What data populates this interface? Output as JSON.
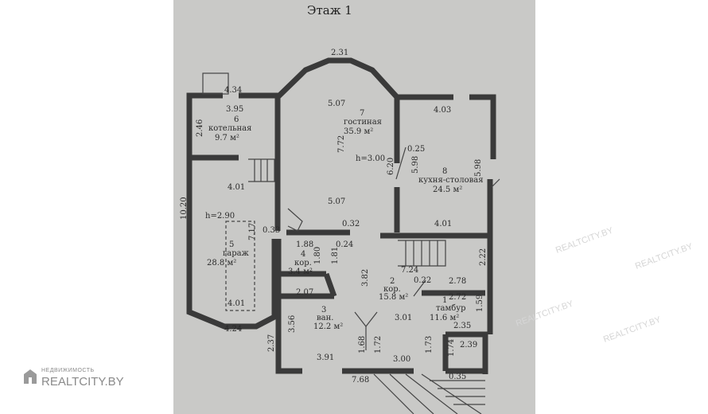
{
  "title": "Этаж 1",
  "rooms": [
    {
      "num": "7",
      "name": "гостиная",
      "area": "35.9 м²"
    },
    {
      "num": "8",
      "name": "кухня-столовая",
      "area": "24.5 м²"
    },
    {
      "num": "6",
      "name": "котельная",
      "area": "9.7 м²"
    },
    {
      "num": "5",
      "name": "гараж",
      "area": "28.8 м²"
    },
    {
      "num": "4",
      "name": "кор.",
      "area": "3.4 м²"
    },
    {
      "num": "2",
      "name": "кор.",
      "area": "15.8 м²"
    },
    {
      "num": "1",
      "name": "тамбур",
      "area": "11.6 м²"
    },
    {
      "num": "3",
      "name": "ван.",
      "area": "12.2 м²"
    }
  ],
  "heights": [
    "h=3.00",
    "h=2.90"
  ],
  "dimensions": [
    "2.31",
    "4.34",
    "3.95",
    "5.07",
    "4.03",
    "2.46",
    "7.72",
    "0.25",
    "6.20",
    "5.98",
    "5.98",
    "10.20",
    "4.01",
    "5.07",
    "0.32",
    "4.01",
    "0.33",
    "7.17",
    "1.88",
    "0.24",
    "1.80",
    "1.81",
    "3.82",
    "7.24",
    "2.22",
    "0.22",
    "2.78",
    "2.07",
    "2.72",
    "1.59",
    "4.01",
    "3.01",
    "2.35",
    "4.24",
    "3.56",
    "2.37",
    "1.68",
    "1.72",
    "1.73",
    "2.39",
    "3.91",
    "3.00",
    "1.74",
    "0.35",
    "7.68"
  ],
  "watermark": {
    "small": "НЕДВИЖИМОСТЬ",
    "brand": "REALTCITY.BY"
  },
  "colors": {
    "paper": "#c9c9c7",
    "wall": "#3a3a3a",
    "text": "#2a2a2a",
    "watermark": "#8a8a8a"
  }
}
